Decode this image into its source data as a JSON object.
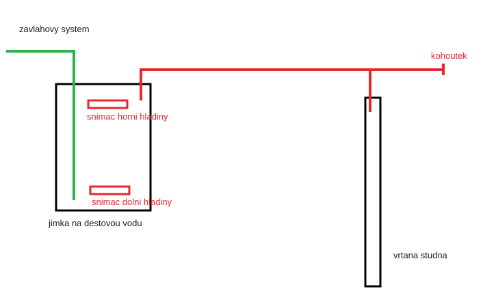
{
  "colors": {
    "irrigation": "#2cb34a",
    "pipe": "#e8262e",
    "outline": "#000000",
    "text": "#1a1a1a",
    "sensor_text": "#e8262e"
  },
  "labels": {
    "irrigation_system": "zavlahovy system",
    "tap": "kohoutek",
    "upper_sensor": "snimac horni hladiny",
    "lower_sensor": "snimac dolni hladiny",
    "rainwater_tank": "jimka na destovou vodu",
    "drilled_well": "vrtana studna"
  }
}
